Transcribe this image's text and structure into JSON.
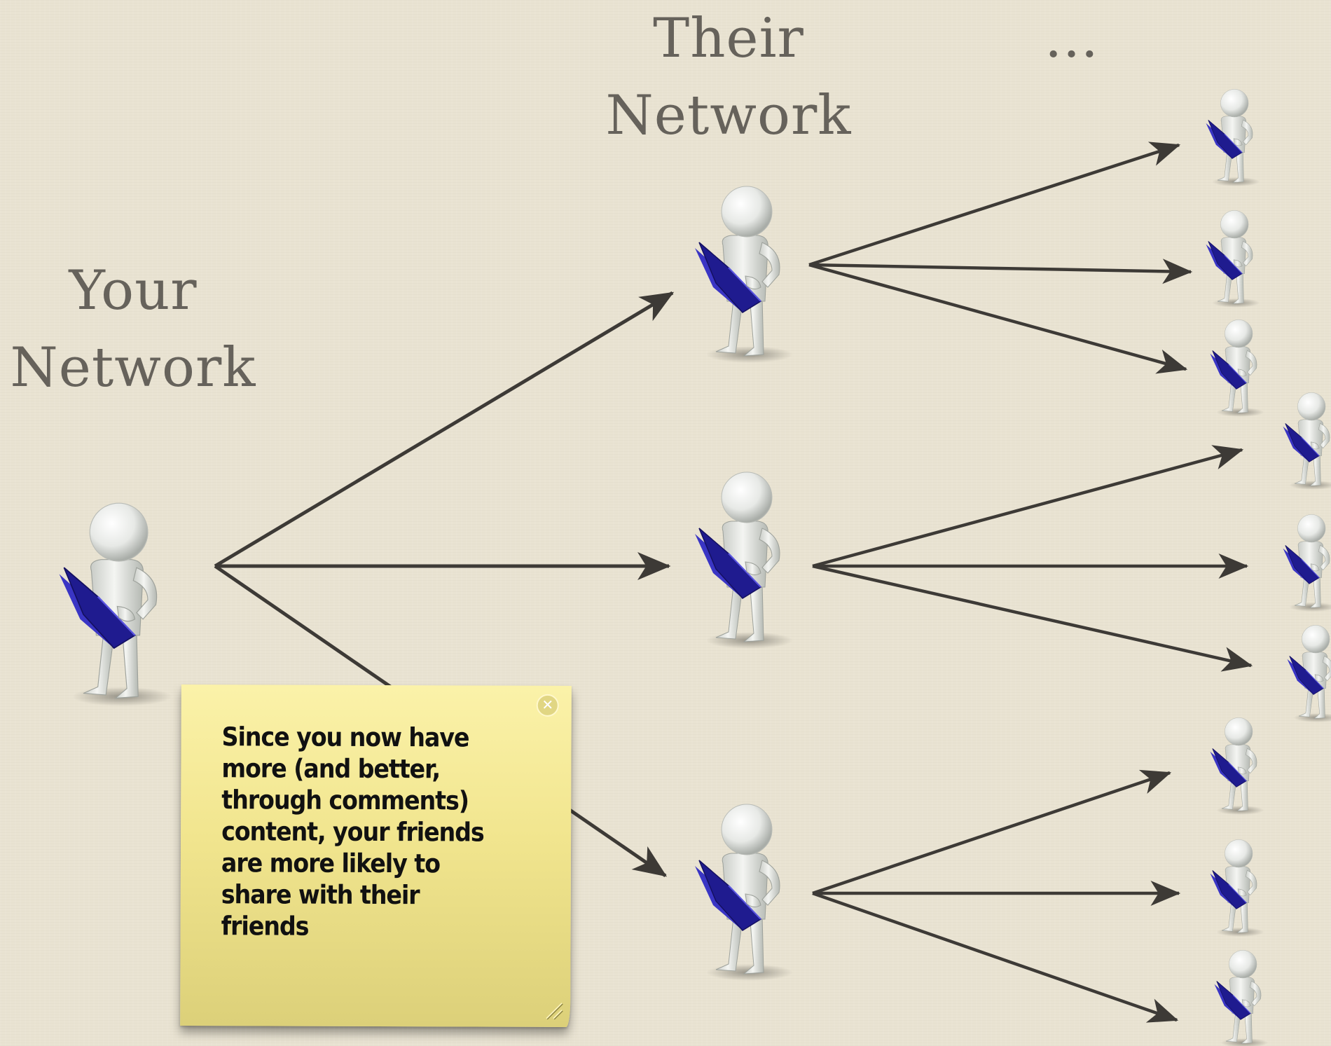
{
  "headings": {
    "your_network": [
      "Your",
      "Network"
    ],
    "their_network": [
      "Their",
      "Network"
    ],
    "ellipsis": "..."
  },
  "sticky_note": {
    "text": "Since you now have more (and better, through comments) content, your friends are more likely to share with their friends",
    "close_icon": "close-icon",
    "resize_icon": "resize-grip-icon"
  },
  "colors": {
    "background": "#e9e3d2",
    "heading_text": "#66625b",
    "arrow": "#3d3a36",
    "book": "#1f1b8f",
    "note": "#f4e991"
  }
}
